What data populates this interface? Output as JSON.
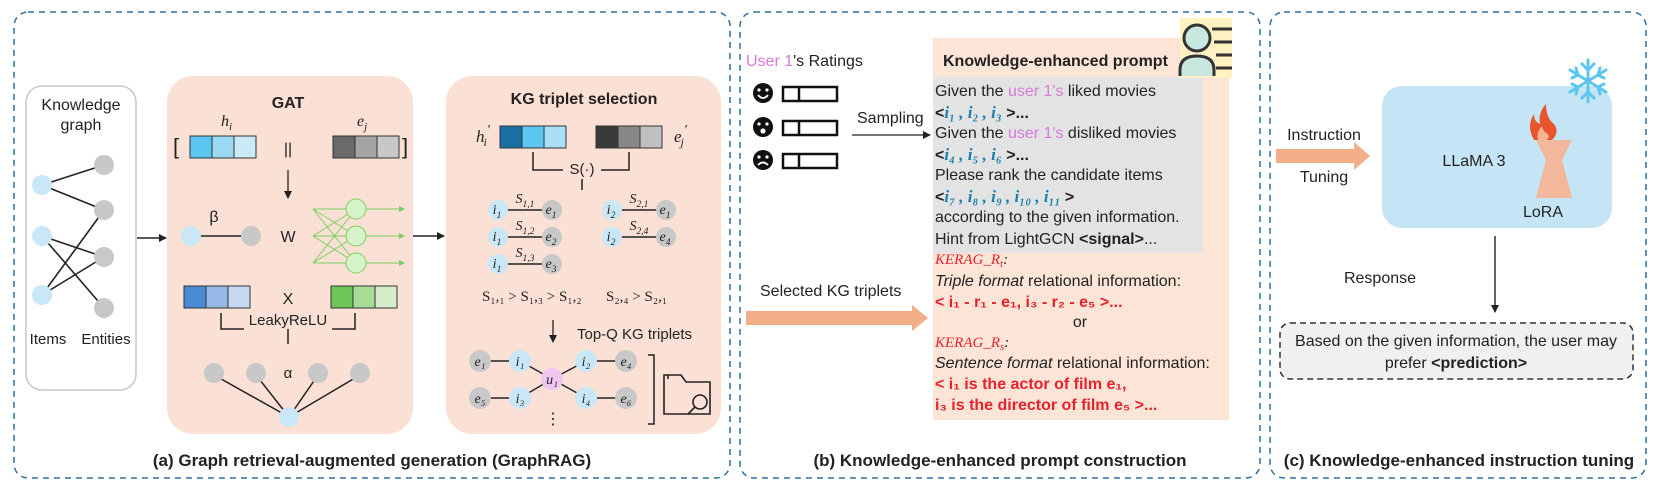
{
  "panel_a": {
    "caption": "(a) Graph retrieval-augmented generation (GraphRAG)",
    "kg_title": [
      "Knowledge",
      "graph"
    ],
    "items_label": "Items",
    "entities_label": "Entities",
    "gat": {
      "title": "GAT",
      "h_i": "h",
      "h_sub": "i",
      "e_j": "e",
      "e_sub": "j",
      "concat": "||",
      "beta": "β",
      "w": "W",
      "x": "X",
      "leaky": "LeakyReLU",
      "alpha": "α",
      "lbracket": "[",
      "rbracket": "]"
    },
    "kg_sel": {
      "title": "KG triplet selection",
      "h_prime": "h",
      "h_prime_sub": "i",
      "e_prime": "e",
      "e_prime_sub": "j",
      "prime": "′",
      "score_fn": "S(·)",
      "triplets_left": [
        {
          "i": "i",
          "isub": "1",
          "s": "S",
          "ssub": "1,1",
          "e": "e",
          "esub": "1"
        },
        {
          "i": "i",
          "isub": "1",
          "s": "S",
          "ssub": "1,2",
          "e": "e",
          "esub": "2"
        },
        {
          "i": "i",
          "isub": "1",
          "s": "S",
          "ssub": "1,3",
          "e": "e",
          "esub": "3"
        }
      ],
      "triplets_right": [
        {
          "i": "i",
          "isub": "2",
          "s": "S",
          "ssub": "2,1",
          "e": "e",
          "esub": "1"
        },
        {
          "i": "i",
          "isub": "2",
          "s": "S",
          "ssub": "2,4",
          "e": "e",
          "esub": "4"
        }
      ],
      "order_left": "S₁,₁ > S₁,₃ > S₁,₂",
      "order_right": "S₂,₄ > S₂,₁",
      "topq": "Top-Q KG triplets",
      "graph_nodes": {
        "e1": "e₁",
        "i1": "i₁",
        "u1": "u₁",
        "i2": "i₂",
        "e4": "e₄",
        "e5": "e₅",
        "i3": "i₃",
        "i4": "i₄",
        "e6": "e₆"
      },
      "ellipsis": "⋮"
    }
  },
  "panel_b": {
    "caption": "(b) Knowledge-enhanced prompt construction",
    "user_ratings": {
      "user": "User 1",
      "rest": "'s Ratings"
    },
    "sampling": "Sampling",
    "selected_kg": "Selected KG triplets",
    "prompt": {
      "title": "Knowledge-enhanced prompt",
      "line1": {
        "pre": "Given the ",
        "user": "user 1's",
        "post": " liked movies"
      },
      "line2": {
        "pre": "<",
        "items": "i₁ , i₂ , i₃",
        "post": " >..."
      },
      "line3": {
        "pre": "Given the ",
        "user": "user 1's",
        "post": " disliked movies"
      },
      "line4": {
        "pre": "<",
        "items": "i₄ , i₅ , i₆",
        "post": " >..."
      },
      "line5": "Please rank the candidate items",
      "line6": {
        "pre": "<",
        "items": "i₇ , i₈ , i₉ , i₁₀ , i₁₁",
        "post": " >"
      },
      "line7": "according to the given information.",
      "line8": {
        "pre": "Hint from LightGCN ",
        "signal": "<signal>",
        "post": "..."
      },
      "kerag_rt": "KERAG_R",
      "kerag_rt_sub": "t",
      "kerag_colon": ":",
      "triple_line": {
        "it": "Triple format",
        "rest": " relational information:"
      },
      "triple_content": "< i₁ - r₁ - e₁, i₃ - r₂ - e₅ >...",
      "or": "or",
      "kerag_rs": "KERAG_R",
      "kerag_rs_sub": "s",
      "sentence_line": {
        "it": "Sentence format",
        "rest": " relational information:"
      },
      "sent1": "< i₁ is the actor of film e₁,",
      "sent2": "i₃ is the director of film e₅ >..."
    }
  },
  "panel_c": {
    "caption": "(c) Knowledge-enhanced  instruction tuning",
    "instruction": "Instruction",
    "tuning": "Tuning",
    "llama": "LLaMA 3",
    "lora": "LoRA",
    "response": "Response",
    "output_line1": "Based on the given information, the user may",
    "output_line2_pre": "prefer ",
    "output_line2_bold": "<prediction>"
  },
  "colors": {
    "panel_border": "#2e6f9e",
    "peach": "#fbe1d5",
    "prompt_bg": "#fce4d6",
    "prompt_gray": "#e3e3e3",
    "light_blue_node": "#c9e7f6",
    "gray_node": "#c8c8c8",
    "arrow_orange": "#f2ae86",
    "llm_box": "#c5e4f5",
    "pink": "#d97adb",
    "red": "#e8222c",
    "blue_item": "#1a7fb0"
  },
  "icons": [
    "happy-face-icon",
    "neutral-face-icon",
    "sad-face-icon",
    "folder-search-icon",
    "user-document-icon",
    "snowflake-icon",
    "fire-icon"
  ]
}
